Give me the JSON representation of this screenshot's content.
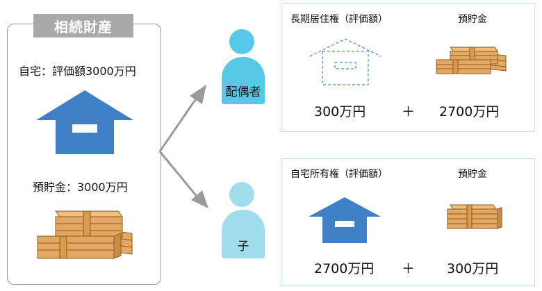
{
  "estate": {
    "title": "相続財産",
    "home_label": "自宅：評価額3000万円",
    "savings_label": "預貯金：3000万円"
  },
  "heirs": {
    "spouse_label": "配偶者",
    "child_label": "子"
  },
  "spouse_panel": {
    "item1_label": "長期居住権（評価額）",
    "item2_label": "預貯金",
    "item1_value": "300万円",
    "plus": "＋",
    "item2_value": "2700万円"
  },
  "child_panel": {
    "item1_label": "自宅所有権（評価額）",
    "item2_label": "預貯金",
    "item1_value": "2700万円",
    "plus": "＋",
    "item2_value": "300万円"
  },
  "colors": {
    "house": "#3f7fc6",
    "spouse": "#57c8e8",
    "child": "#9fdcec",
    "money": "#e4a862",
    "panel_border": "#bfe3ea",
    "arrow": "#9a9a9a"
  }
}
